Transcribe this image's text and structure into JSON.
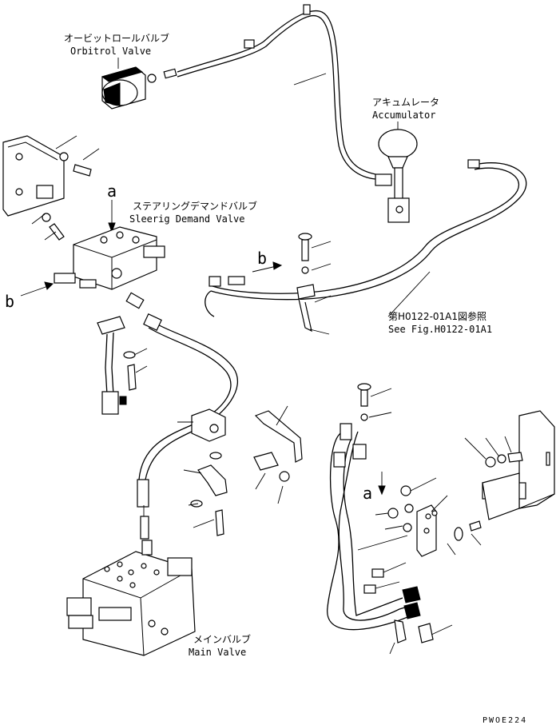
{
  "labels": {
    "orbitrol_jp": "オービットロールバルブ",
    "orbitrol_en": "Orbitrol Valve",
    "accumulator_jp": "アキュムレータ",
    "accumulator_en": "Accumulator",
    "steering_jp": "ステアリングデマンドバルブ",
    "steering_en": "Sleerig Demand Valve",
    "main_jp": "メインバルブ",
    "main_en": "Main Valve",
    "seefig_jp": "第H0122-01A1図参照",
    "seefig_en": "See Fig.H0122-01A1",
    "view_a": "a",
    "view_b": "b",
    "drawing_code": "PWOE224"
  }
}
